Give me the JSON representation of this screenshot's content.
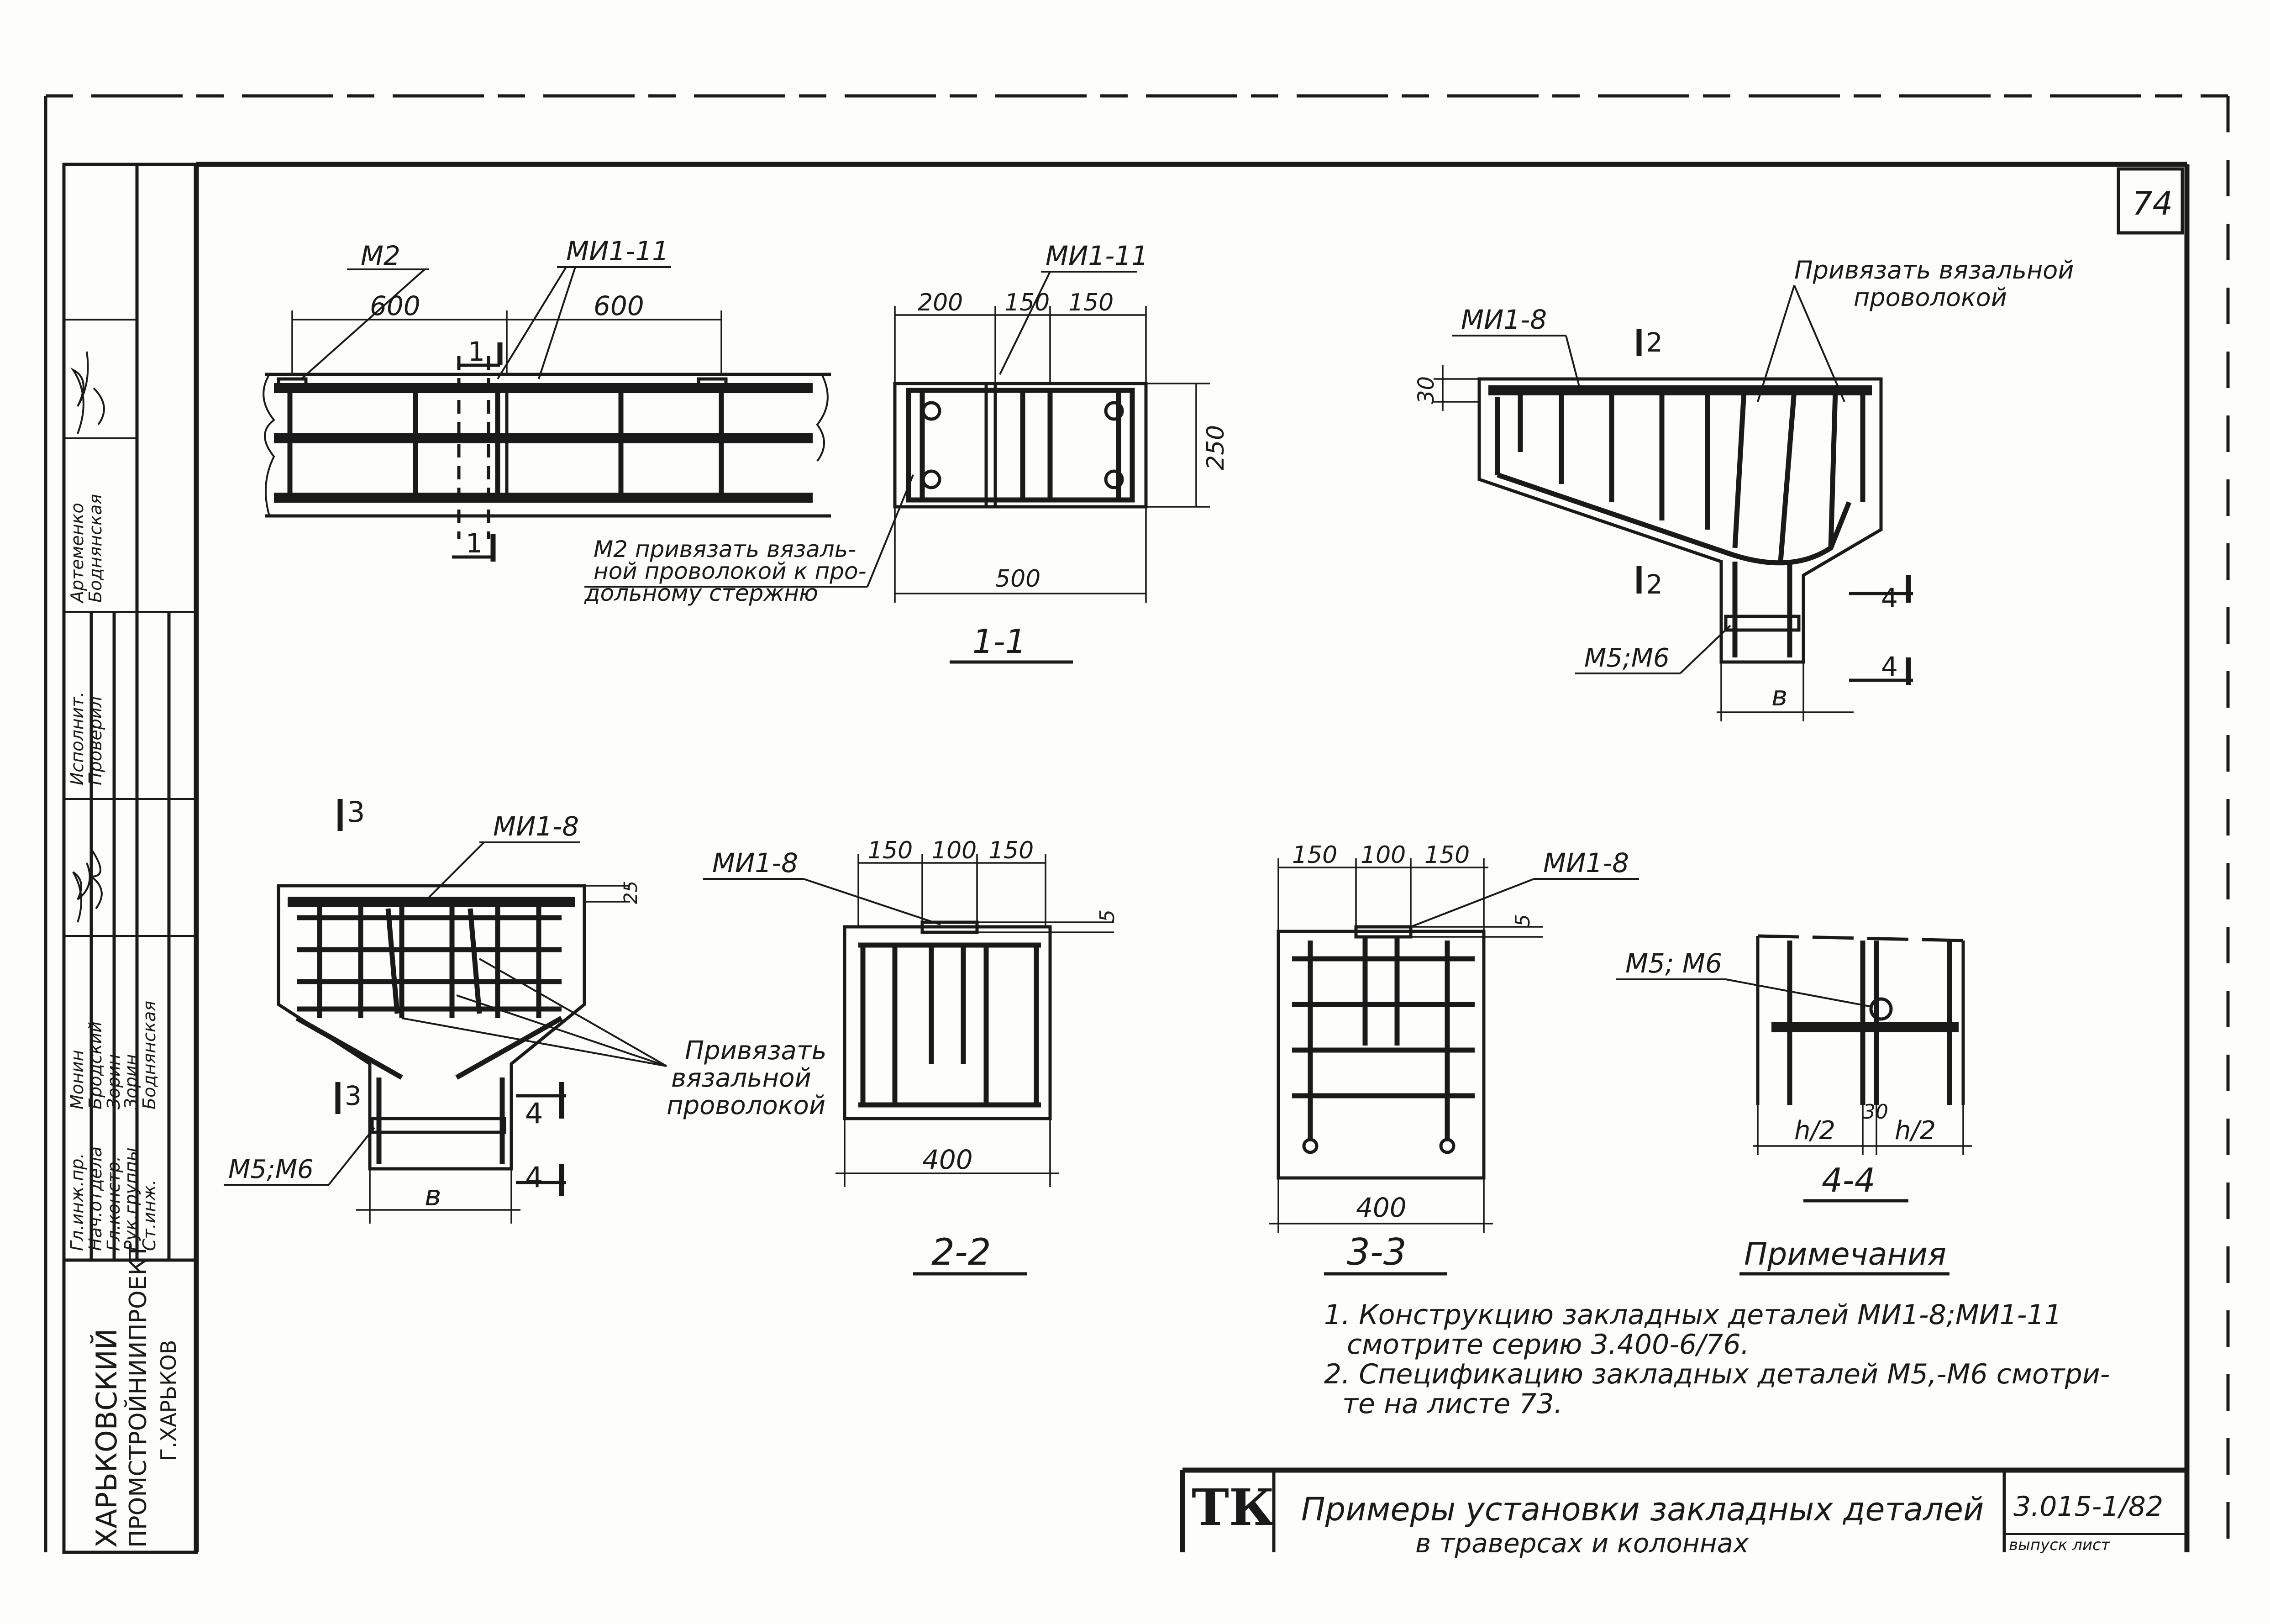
{
  "sheet_number": "74",
  "stamp": {
    "org_line1": "ХАРЬКОВСКИЙ",
    "org_line2": "ПРОМСТРОЙНИИПРОЕКТ",
    "org_line3": "Г.ХАРЬКОВ",
    "roles": [
      "Гл.инж.пр.",
      "Нач.отдела",
      "Гл.констр.",
      "Рук.группы",
      "Ст.инж."
    ],
    "names": [
      "Монин",
      "Бродский",
      "Зорин",
      "Зорин",
      "Боднянская"
    ],
    "roles2": [
      "Исполнит.",
      "Проверил"
    ],
    "names2": [
      "Артеменко",
      "Боднянская"
    ]
  },
  "title_block": {
    "logo": "ТК",
    "title_line1": "Примеры установки закладных деталей",
    "title_line2": "в траверсах и колоннах",
    "series": "3.015-1/82",
    "issue_label": "выпуск лист"
  },
  "view_top_left": {
    "label_m2": "М2",
    "label_mi1_11": "МИ1-11",
    "dim_600a": "600",
    "dim_600b": "600",
    "section_1": "1",
    "note": [
      "М2 привязать вязаль-",
      "ной проволокой к про-",
      "дольному стержню"
    ]
  },
  "section_1_1": {
    "title": "1-1",
    "label": "МИ1-11",
    "dims": [
      "200",
      "150",
      "150"
    ],
    "dim_height": "250",
    "dim_width": "500"
  },
  "view_top_right": {
    "label": "МИ1-8",
    "note": [
      "Привязать вязальной",
      "проволокой"
    ],
    "dim_30": "30",
    "section_2": "2",
    "section_4": "4",
    "label_m5m6": "М5;М6",
    "dim_b": "в"
  },
  "view_bottom_left": {
    "section_3": "3",
    "label": "МИ1-8",
    "dim_25": "25",
    "note": [
      "Привязать",
      "вязальной",
      "проволокой"
    ],
    "label_m5m6": "М5;М6",
    "section_4": "4",
    "dim_b": "в"
  },
  "section_2_2": {
    "title": "2-2",
    "label": "МИ1-8",
    "dims": [
      "150",
      "100",
      "150"
    ],
    "dim_5": "5",
    "dim_width": "400"
  },
  "section_3_3": {
    "title": "3-3",
    "label": "МИ1-8",
    "dims": [
      "150",
      "100",
      "150"
    ],
    "dim_5": "5",
    "dim_width": "400"
  },
  "section_4_4": {
    "title": "4-4",
    "label": "М5; М6",
    "dim_h1": "h/2",
    "dim_30": "30",
    "dim_h2": "h/2"
  },
  "notes": {
    "heading": "Примечания",
    "items": [
      "1. Конструкцию закладных деталей МИ1-8;МИ1-11",
      "смотрите серию 3.400-6/76.",
      "2. Спецификацию закладных деталей М5,-М6 смотри-",
      "те на листе 73."
    ]
  }
}
